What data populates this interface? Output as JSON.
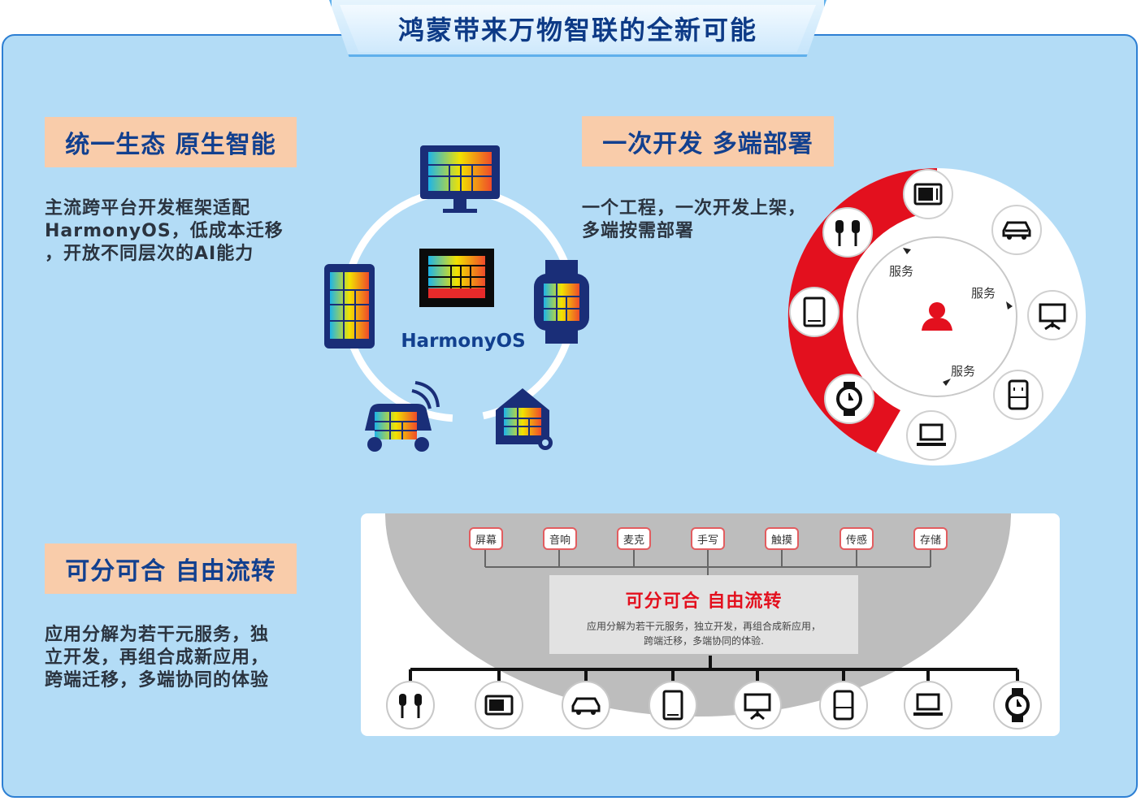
{
  "title": "鸿蒙带来万物智联的全新可能",
  "sections": {
    "ecosystem": {
      "label": "统一生态 原生智能",
      "text": "主流跨平台开发框架适配\nHarmonyOS，低成本迁移\n，开放不同层次的AI能力"
    },
    "deploy": {
      "label": "一次开发 多端部署",
      "text": "一个工程，一次开发上架，\n多端按需部署"
    },
    "flow": {
      "label": "可分可合 自由流转",
      "text": "应用分解为若干元服务，独\n立开发，再组合成新应用，\n跨端迁移，多端协同的体验"
    }
  },
  "harmony_diagram": {
    "center_label": "HarmonyOS",
    "devices": [
      "monitor-icon",
      "tablet-icon",
      "watch-icon",
      "car-icon",
      "smart-home-icon"
    ]
  },
  "service_ring": {
    "service_labels": [
      "服务",
      "服务",
      "服务"
    ],
    "devices": [
      "microwave-icon",
      "car-icon",
      "projector-icon",
      "fridge-icon",
      "laptop-icon",
      "watch-icon",
      "tablet-icon",
      "earphones-icon"
    ],
    "colors": {
      "accent": "#e3101e",
      "user": "#e3101e"
    }
  },
  "flow_diagram": {
    "tags": [
      "屏幕",
      "音响",
      "麦克",
      "手写",
      "触摸",
      "传感",
      "存储"
    ],
    "box_title": "可分可合 自由流转",
    "box_text_line1": "应用分解为若干元服务，独立开发，再组合成新应用，",
    "box_text_line2": "跨端迁移，多端协同的体验.",
    "devices": [
      "earphones-icon",
      "microwave-icon",
      "car-icon",
      "tablet-icon",
      "projector-icon",
      "fridge-icon",
      "laptop-icon",
      "watch-icon"
    ]
  }
}
